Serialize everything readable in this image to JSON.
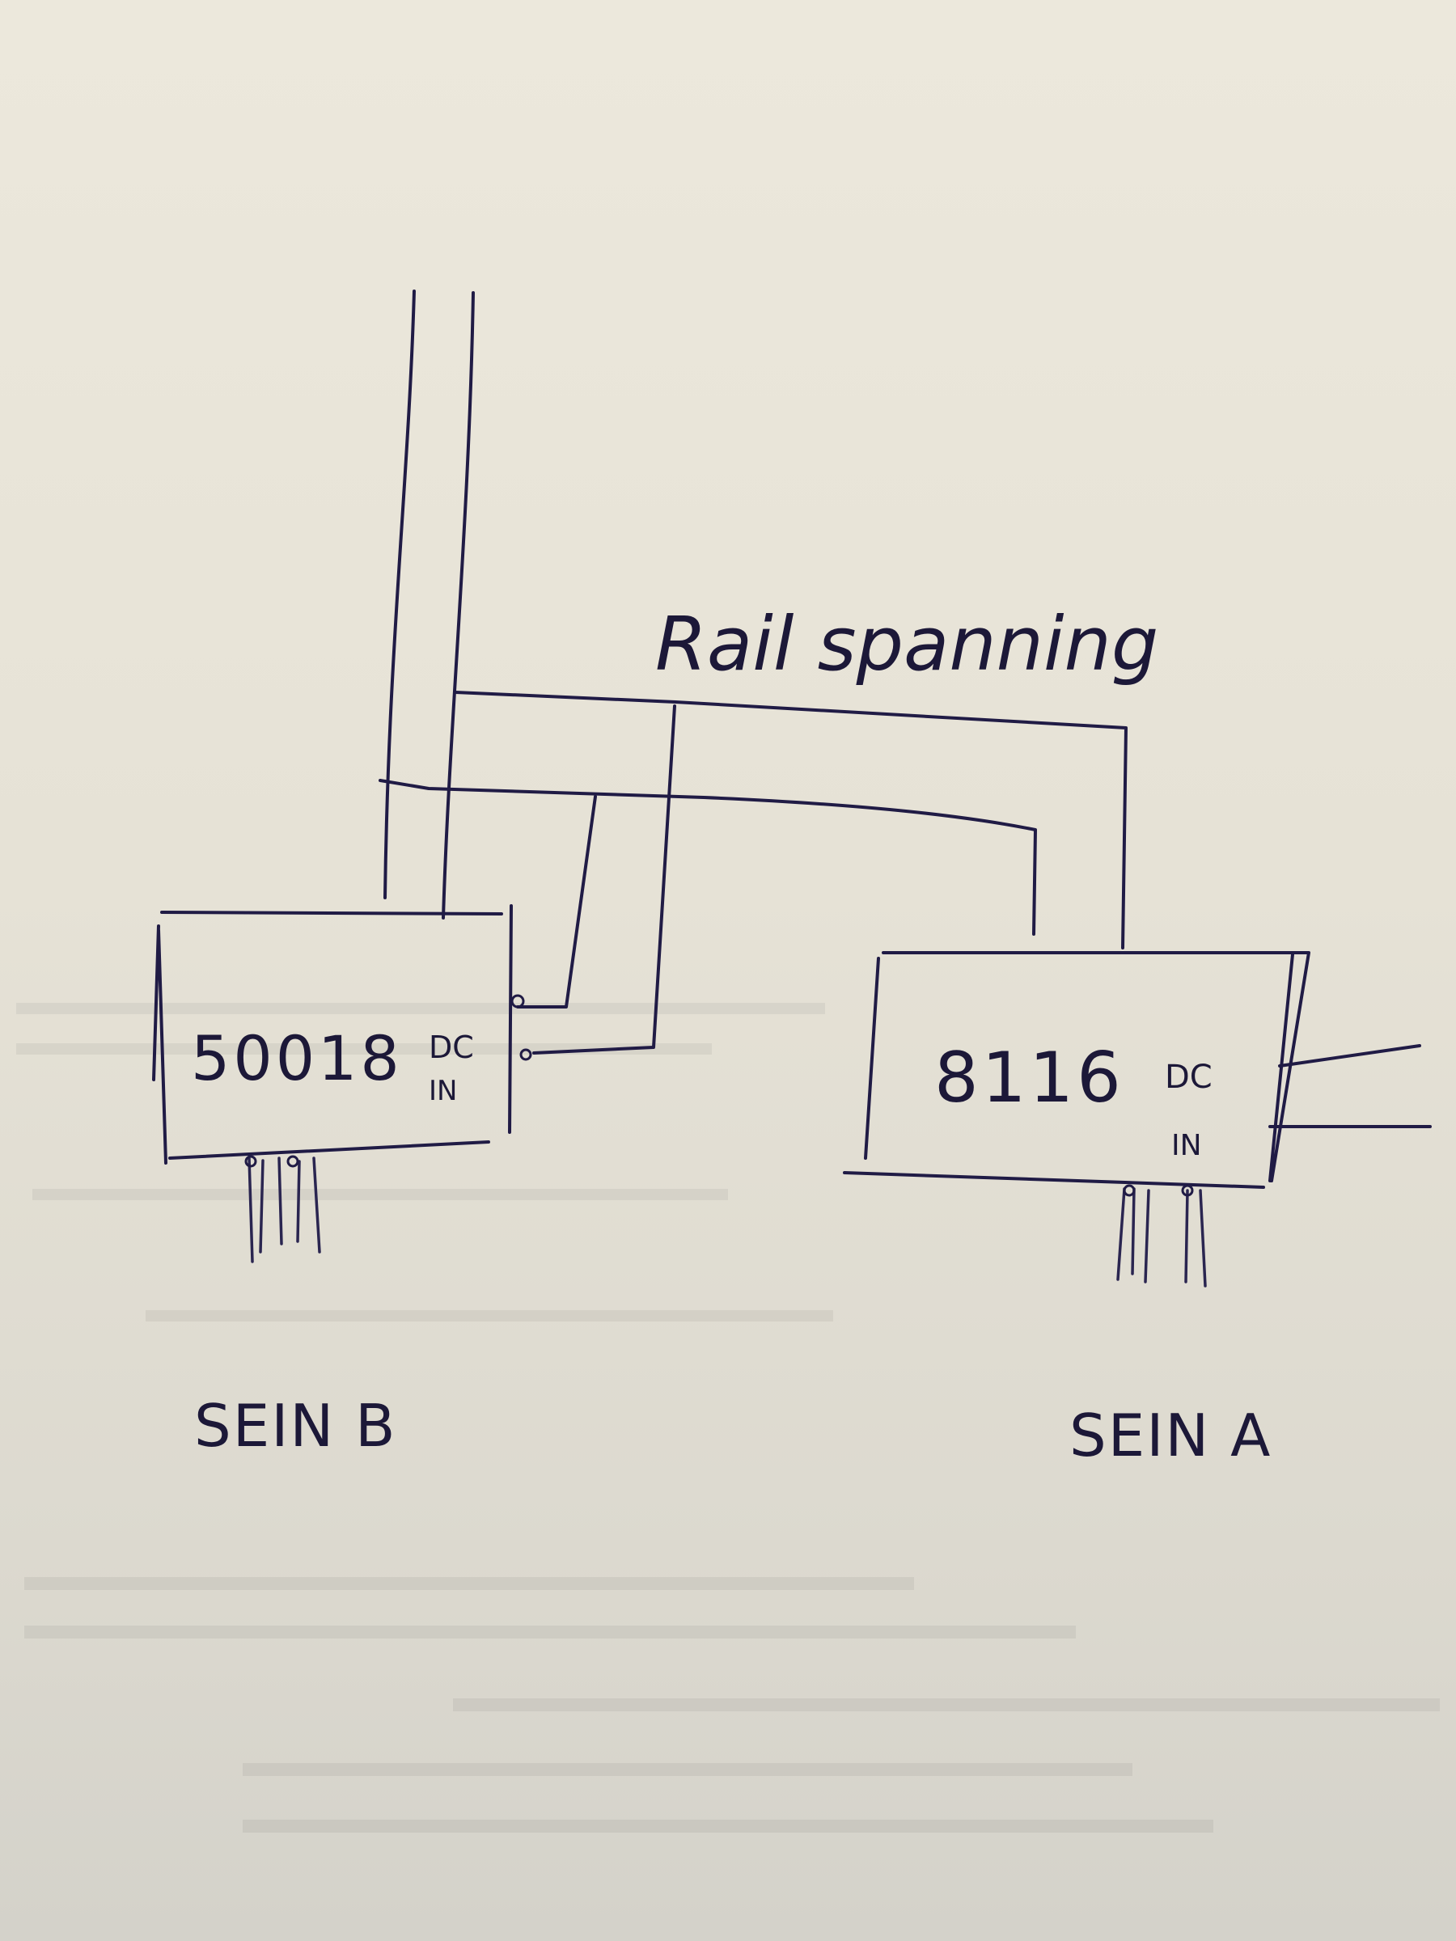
{
  "diagram": {
    "wire_label": "Rail spanning",
    "module_b": {
      "name": "50018",
      "port_top": "DC",
      "port_bottom": "IN"
    },
    "module_a": {
      "name": "8116",
      "port_top": "DC",
      "port_bottom": "IN"
    },
    "signal_b_label": "SEIN B",
    "signal_a_label": "SEIN A",
    "ink_color": "#201b45",
    "paper_color": "#e8e4d8"
  }
}
